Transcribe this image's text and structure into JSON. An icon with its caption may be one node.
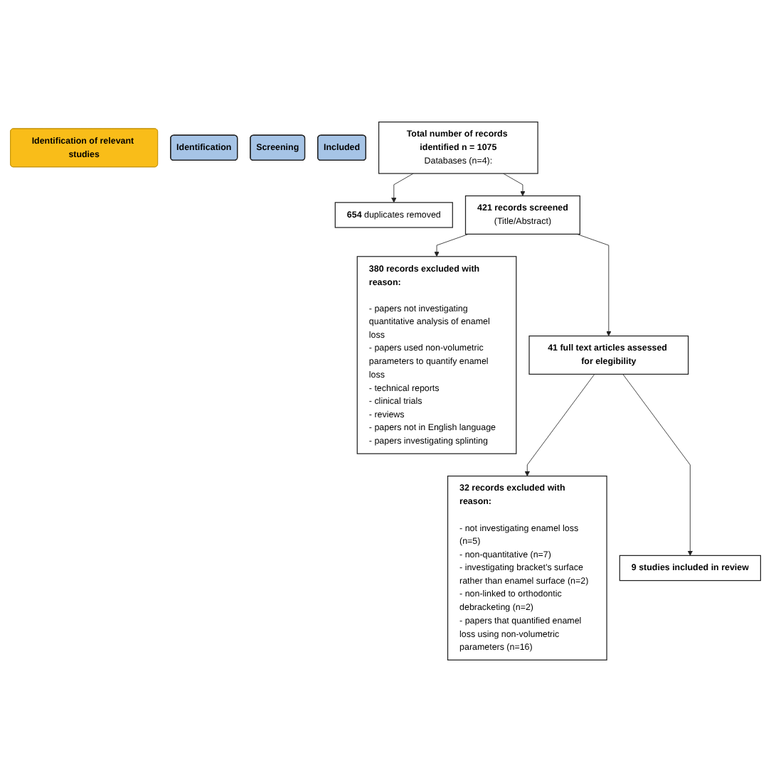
{
  "diagram": {
    "nodes": [
      {
        "text": [
          "Identification of relevant studies"
        ]
      },
      {
        "text": [
          "Identification"
        ]
      },
      {
        "text": [
          "Screening"
        ]
      },
      {
        "text": [
          "Included"
        ]
      },
      {
        "text": [
          "Total number of records identified n = 1075",
          "Databases (n=4):"
        ]
      },
      {
        "text": [
          "**654** duplicates removed"
        ]
      },
      {
        "text": [
          "421 records screened",
          "(Title/Abstract)"
        ]
      },
      {
        "text": [
          "380 records excluded with reason:",
          "- papers not investigating quantitative analysis of enamel loss",
          "- papers used non-volumetric parameters to quantify enamel loss",
          "- technical reports",
          "- clinical trials",
          "- reviews",
          "- papers not in English language",
          "- papers investigating splinting"
        ]
      },
      {
        "text": [
          "41 full text articles assessed for elegibility"
        ]
      },
      {
        "text": [
          "32 records excluded with reason:",
          "- not investigating enamel loss (n=5)",
          "- non-quantitative (n=7)",
          "- investigating bracket’s surface rather than enamel surface (n=2)",
          "- non-linked to orthodontic debracketing (n=2)",
          "- papers that quantified enamel loss using non-volumetric parameters (n=16)"
        ]
      },
      {
        "text": [
          "9 studies included in review"
        ]
      }
    ],
    "edges": [
      {
        "from": 4,
        "to": 5,
        "arrow": "to"
      },
      {
        "from": 4,
        "to": 6,
        "arrow": "to"
      },
      {
        "from": 6,
        "to": 7,
        "arrow": "to"
      },
      {
        "from": 6,
        "to": 8,
        "arrow": "to"
      },
      {
        "from": 8,
        "to": 9,
        "arrow": "to"
      },
      {
        "from": 8,
        "to": 10,
        "arrow": "to"
      }
    ]
  }
}
